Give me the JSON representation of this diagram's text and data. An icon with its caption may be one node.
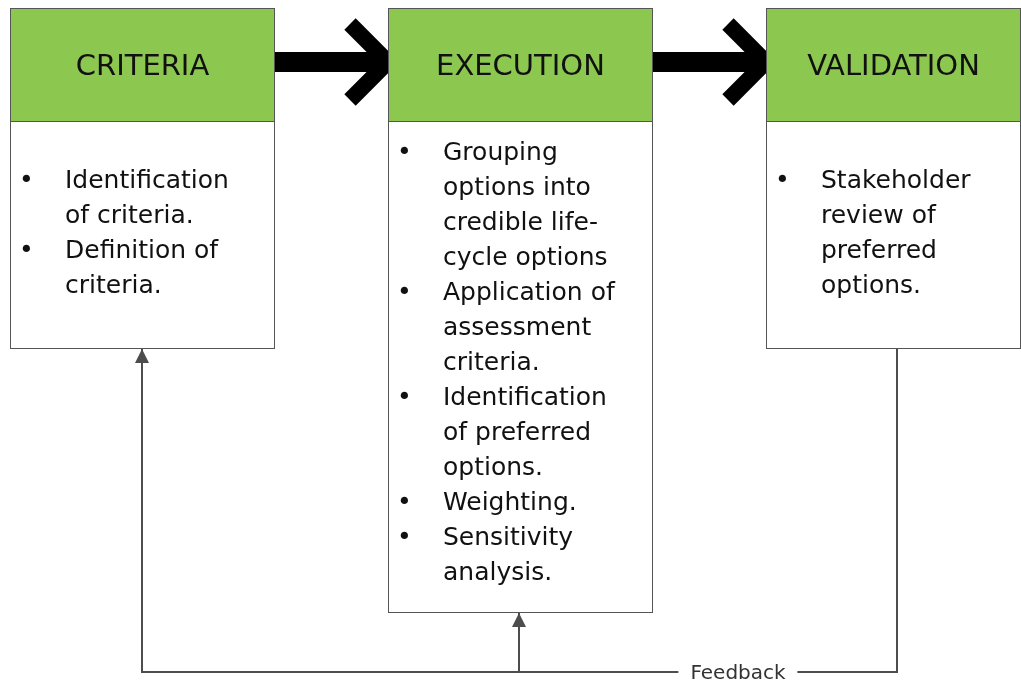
{
  "diagram": {
    "nodes": [
      {
        "text": [
          "CRITERIA",
          "• Identification of criteria.",
          "• Definition of criteria."
        ]
      },
      {
        "text": [
          "EXECUTION",
          "• Grouping options into credible life-cycle options",
          "• Application of assessment criteria.",
          "• Identification of preferred options.",
          "• Weighting.",
          "• Sensitivity analysis."
        ]
      },
      {
        "text": [
          "VALIDATION",
          "• Stakeholder review of preferred options."
        ]
      }
    ],
    "edges": [
      {
        "from": 0,
        "to": 1,
        "arrow": "to",
        "style": "thick"
      },
      {
        "from": 1,
        "to": 2,
        "arrow": "to",
        "style": "thick"
      },
      {
        "from": 2,
        "to": 0,
        "arrow": "to",
        "label": "Feedback",
        "color": "#4d4d4d"
      },
      {
        "from": 2,
        "to": 1,
        "arrow": "to",
        "color": "#4d4d4d"
      }
    ]
  }
}
